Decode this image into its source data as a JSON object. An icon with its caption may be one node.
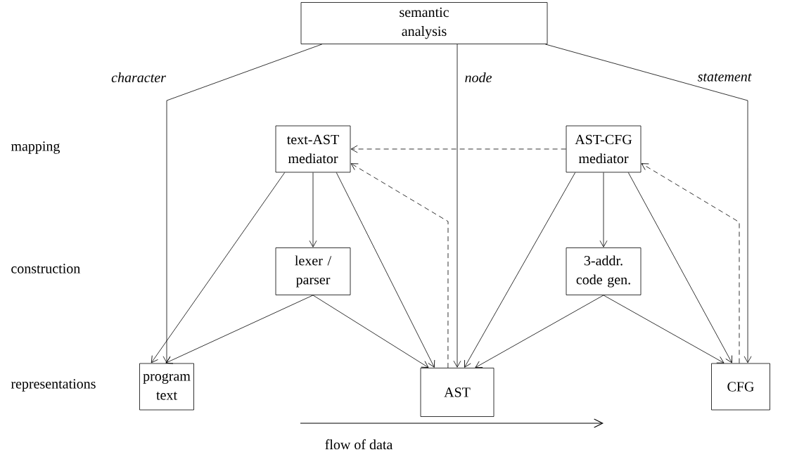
{
  "diagram": {
    "nodes": [
      {
        "text": [
          "semantic analysis"
        ]
      },
      {
        "text": [
          "text-AST mediator"
        ]
      },
      {
        "text": [
          "AST-CFG mediator"
        ]
      },
      {
        "text": [
          "lexer / parser"
        ]
      },
      {
        "text": [
          "3-addr. code gen."
        ]
      },
      {
        "text": [
          "program text"
        ]
      },
      {
        "text": [
          "AST"
        ]
      },
      {
        "text": [
          "CFG"
        ]
      }
    ],
    "edges": [
      {
        "from": 0,
        "to": 5,
        "arrow": "to",
        "label": "character"
      },
      {
        "from": 0,
        "to": 6,
        "arrow": "to",
        "label": "node"
      },
      {
        "from": 0,
        "to": 7,
        "arrow": "to",
        "label": "statement"
      },
      {
        "from": 2,
        "to": 1,
        "arrow": "to",
        "style": "dashed"
      },
      {
        "from": 6,
        "to": 1,
        "arrow": "to",
        "style": "dashed"
      },
      {
        "from": 7,
        "to": 2,
        "arrow": "to",
        "style": "dashed"
      },
      {
        "from": 1,
        "to": 5,
        "arrow": "to"
      },
      {
        "from": 1,
        "to": 3,
        "arrow": "to"
      },
      {
        "from": 1,
        "to": 6,
        "arrow": "to"
      },
      {
        "from": 3,
        "to": 5,
        "arrow": "to"
      },
      {
        "from": 3,
        "to": 6,
        "arrow": "to"
      },
      {
        "from": 2,
        "to": 6,
        "arrow": "to"
      },
      {
        "from": 2,
        "to": 4,
        "arrow": "to"
      },
      {
        "from": 2,
        "to": 7,
        "arrow": "to"
      },
      {
        "from": 4,
        "to": 6,
        "arrow": "to"
      },
      {
        "from": 4,
        "to": 7,
        "arrow": "to"
      }
    ],
    "labels": [
      "mapping",
      "construction",
      "representations",
      "flow of data"
    ]
  }
}
